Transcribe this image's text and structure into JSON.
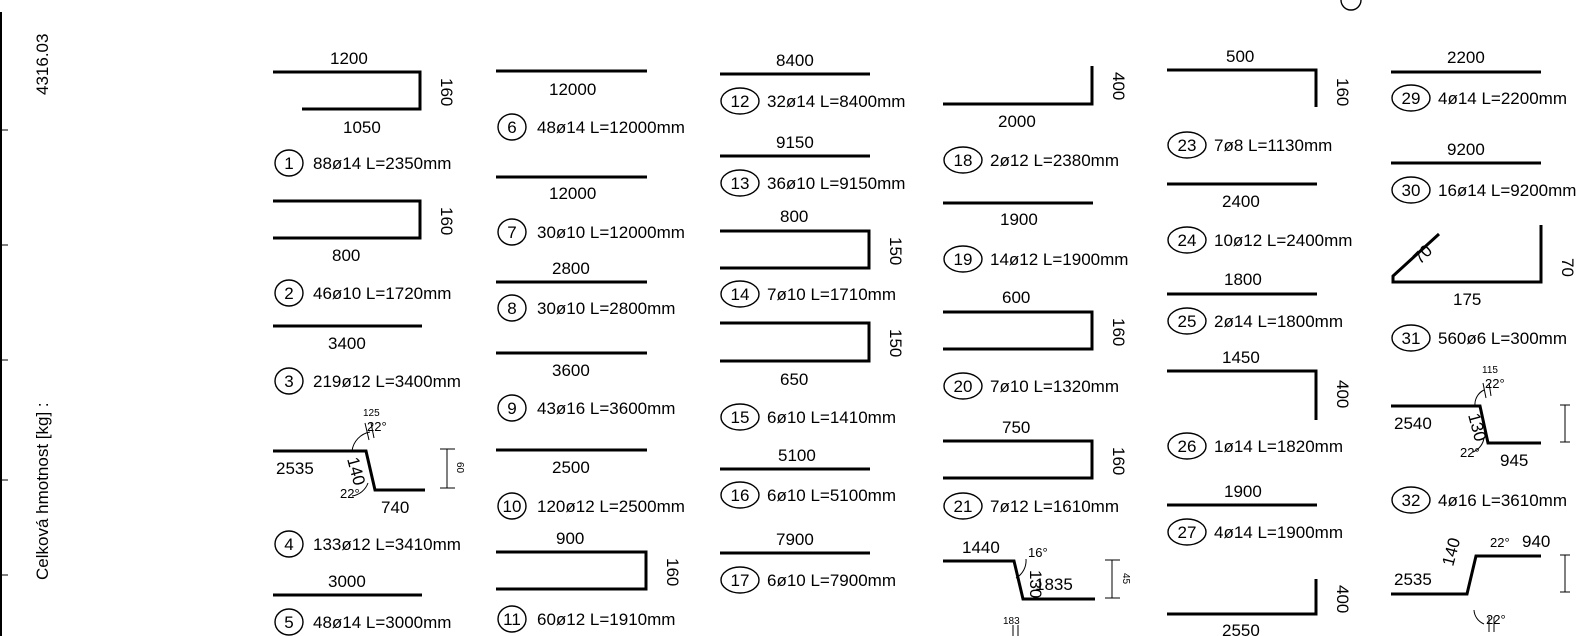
{
  "side": {
    "drawing_number": "4316.03",
    "total_weight_label": "Celková hmotnost  [kg] :"
  },
  "bars": [
    {
      "id": "1",
      "num": "1",
      "spec": "88ø14 L=2350mm",
      "dims": [
        "1200",
        "160",
        "1050"
      ]
    },
    {
      "id": "2",
      "num": "2",
      "spec": "46ø10 L=1720mm",
      "dims": [
        "160",
        "800"
      ]
    },
    {
      "id": "3",
      "num": "3",
      "spec": "219ø12 L=3400mm",
      "dims": [
        "3400"
      ]
    },
    {
      "id": "4",
      "num": "4",
      "spec": "133ø12 L=3410mm",
      "dims": [
        "125",
        "22°",
        "2535",
        "140",
        "60",
        "22°",
        "740"
      ]
    },
    {
      "id": "5",
      "num": "5",
      "spec": "48ø14 L=3000mm",
      "dims": [
        "3000"
      ]
    },
    {
      "id": "6",
      "num": "6",
      "spec": "48ø14 L=12000mm",
      "dims": [
        "12000"
      ]
    },
    {
      "id": "7",
      "num": "7",
      "spec": "30ø10 L=12000mm",
      "dims": [
        "12000"
      ]
    },
    {
      "id": "8",
      "num": "8",
      "spec": "30ø10 L=2800mm",
      "dims": [
        "2800"
      ]
    },
    {
      "id": "9",
      "num": "9",
      "spec": "43ø16 L=3600mm",
      "dims": [
        "3600"
      ]
    },
    {
      "id": "10",
      "num": "10",
      "spec": "120ø12 L=2500mm",
      "dims": [
        "2500"
      ]
    },
    {
      "id": "11",
      "num": "11",
      "spec": "60ø12 L=1910mm",
      "dims": [
        "900",
        "160"
      ]
    },
    {
      "id": "12",
      "num": "12",
      "spec": "32ø14 L=8400mm",
      "dims": [
        "8400"
      ]
    },
    {
      "id": "13",
      "num": "13",
      "spec": "36ø10 L=9150mm",
      "dims": [
        "9150"
      ]
    },
    {
      "id": "14",
      "num": "14",
      "spec": "7ø10 L=1710mm",
      "dims": [
        "800",
        "150"
      ]
    },
    {
      "id": "15",
      "num": "15",
      "spec": "6ø10 L=1410mm",
      "dims": [
        "150",
        "650"
      ]
    },
    {
      "id": "16",
      "num": "16",
      "spec": "6ø10 L=5100mm",
      "dims": [
        "5100"
      ]
    },
    {
      "id": "17",
      "num": "17",
      "spec": "6ø10 L=7900mm",
      "dims": [
        "7900"
      ]
    },
    {
      "id": "18",
      "num": "18",
      "spec": "2ø12 L=2380mm",
      "dims": [
        "400",
        "2000"
      ]
    },
    {
      "id": "19",
      "num": "19",
      "spec": "14ø12 L=1900mm",
      "dims": [
        "1900"
      ]
    },
    {
      "id": "20",
      "num": "20",
      "spec": "7ø10 L=1320mm",
      "dims": [
        "600",
        "160"
      ]
    },
    {
      "id": "21",
      "num": "21",
      "spec": "7ø12 L=1610mm",
      "dims": [
        "750",
        "160"
      ]
    },
    {
      "id": "22",
      "num": "",
      "spec": "",
      "dims": [
        "1440",
        "16°",
        "130",
        "1835",
        "45",
        "183"
      ]
    },
    {
      "id": "23",
      "num": "23",
      "spec": "7ø8 L=1130mm",
      "dims": [
        "500",
        "160"
      ]
    },
    {
      "id": "24",
      "num": "24",
      "spec": "10ø12 L=2400mm",
      "dims": [
        "2400"
      ]
    },
    {
      "id": "25",
      "num": "25",
      "spec": "2ø14 L=1800mm",
      "dims": [
        "1800"
      ]
    },
    {
      "id": "26",
      "num": "26",
      "spec": "1ø14 L=1820mm",
      "dims": [
        "1450",
        "400"
      ]
    },
    {
      "id": "27",
      "num": "27",
      "spec": "4ø14 L=1900mm",
      "dims": [
        "1900"
      ]
    },
    {
      "id": "28",
      "num": "",
      "spec": "",
      "dims": [
        "400",
        "2550"
      ]
    },
    {
      "id": "29",
      "num": "29",
      "spec": "4ø14 L=2200mm",
      "dims": [
        "2200"
      ]
    },
    {
      "id": "30",
      "num": "30",
      "spec": "16ø14 L=9200mm",
      "dims": [
        "9200"
      ]
    },
    {
      "id": "31",
      "num": "31",
      "spec": "560ø6 L=300mm",
      "dims": [
        "70",
        "70",
        "175"
      ]
    },
    {
      "id": "32",
      "num": "32",
      "spec": "4ø16 L=3610mm",
      "dims": [
        "115",
        "22°",
        "2540",
        "130",
        "22°",
        "945"
      ]
    },
    {
      "id": "33",
      "num": "",
      "spec": "",
      "dims": [
        "22°",
        "940",
        "2535",
        "140",
        "22°"
      ]
    }
  ]
}
